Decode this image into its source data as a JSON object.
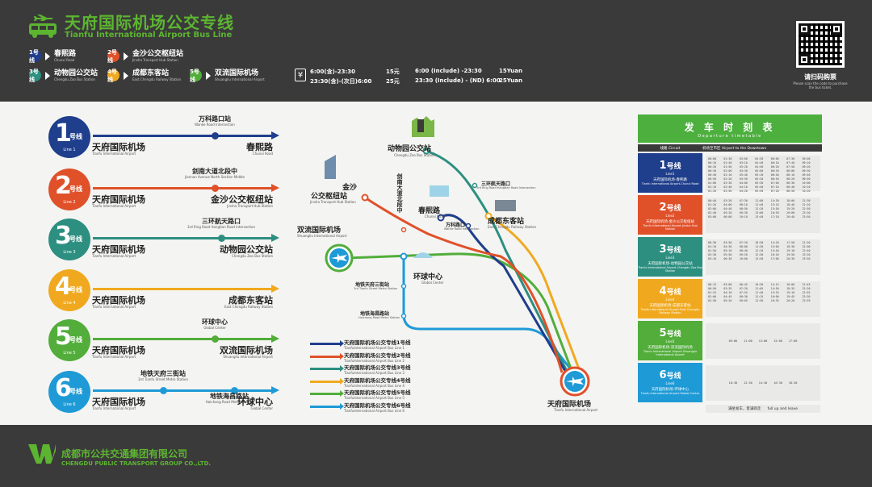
{
  "header": {
    "title_cn": "天府国际机场公交专线",
    "title_en": "Tianfu International Airport Bus Line",
    "lines": [
      {
        "num": "1号线",
        "color": "#1f3e8c",
        "cn": "春熙路",
        "en": "Chunxi Road"
      },
      {
        "num": "2号线",
        "color": "#e0512a",
        "cn": "金沙公交枢纽站",
        "en": "Jinsha Transport Hub Station"
      },
      {
        "num": "3号线",
        "color": "#2c8f80",
        "cn": "动物园公交站",
        "en": "Chengdu Zoo Bus Station"
      },
      {
        "num": "4号线",
        "color": "#f0a91f",
        "cn": "成都东客站",
        "en": "East Chengdu Railway Station"
      },
      {
        "num": "5号线",
        "color": "#52ad3b",
        "cn": "双流国际机场",
        "en": "Shuangliu International Airport"
      }
    ],
    "fares": {
      "cn_time1": "6:00(含)-23:30",
      "cn_price1": "15元",
      "cn_time2": "23:30(含)-(次日)6:00",
      "cn_price2": "25元",
      "en_time1": "6:00 (Include) -23:30",
      "en_price1": "15Yuan",
      "en_time2": "23:30 (Include) - (ND) 6:00",
      "en_price2": "25Yuan"
    },
    "qr_label": "请扫码购票",
    "qr_sub": "Please scan the code to purchase the bus ticket."
  },
  "routes": [
    {
      "n": "1",
      "en_line": "Line 1",
      "color": "#1f3e8c",
      "mid_cn": "万科路口站",
      "mid_en": "Wanke Road Intersection",
      "from_cn": "天府国际机场",
      "from_en": "Tianfu International Airport",
      "to_cn": "春熙路",
      "to_en": "Chunxi Road"
    },
    {
      "n": "2",
      "en_line": "Line 2",
      "color": "#e0512a",
      "mid_cn": "剑南大道北段中",
      "mid_en": "Jiannan Avenue North Section Middle",
      "from_cn": "天府国际机场",
      "from_en": "Tianfu International Airport",
      "to_cn": "金沙公交枢纽站",
      "to_en": "Jinsha Transport Hub Station"
    },
    {
      "n": "3",
      "en_line": "Line 3",
      "color": "#2c8f80",
      "mid_cn": "三环航天路口",
      "mid_en": "3rd Ring Road Hangtian Road Intersection",
      "from_cn": "天府国际机场",
      "from_en": "Tianfu International Airport",
      "to_cn": "动物园公交站",
      "to_en": "Chengdu Zoo Bus Station"
    },
    {
      "n": "4",
      "en_line": "Line 4",
      "color": "#f0a91f",
      "mid_cn": "",
      "mid_en": "",
      "from_cn": "天府国际机场",
      "from_en": "Tianfu International Airport",
      "to_cn": "成都东客站",
      "to_en": "East Chengdu Railway Station"
    },
    {
      "n": "5",
      "en_line": "Line 5",
      "color": "#52ad3b",
      "mid_cn": "环球中心",
      "mid_en": "Global Center",
      "from_cn": "天府国际机场",
      "from_en": "Tianfu International Airport",
      "to_cn": "双流国际机场",
      "to_en": "Shuangliu International Airport"
    },
    {
      "n": "6",
      "en_line": "Line 6",
      "color": "#1e9ad6",
      "mid_cn": "地铁天府三街站",
      "mid_en": "3rd Tianfu Street Metro Station",
      "mid2_cn": "地铁海昌路站",
      "mid2_en": "Haichang Road Metro Station",
      "from_cn": "天府国际机场",
      "from_en": "Tianfu International Airport",
      "to_cn": "环球中心",
      "to_en": "Global Center"
    }
  ],
  "map": {
    "zoo_cn": "动物园公交站",
    "zoo_en": "Chengdu Zoo Bus Station",
    "jinsha_cn1": "金沙",
    "jinsha_cn2": "公交枢纽站",
    "jinsha_en": "Jinsha Transport Hub Station",
    "jiannan_cn": "剑南大道北段中",
    "sanhuan_cn": "三环航天路口",
    "sanhuan_en": "3rd Ring Road Hangtian Road Intersection",
    "chunxi_cn": "春熙路",
    "chunxi_en": "Chunxi Road",
    "wanke_cn": "万科路口",
    "wanke_en": "Wanke Road Intersection",
    "east_cn": "成都东客站",
    "east_en": "East Chengdu Railway Station",
    "shuangliu_cn": "双流国际机场",
    "shuangliu_en": "Shuangliu International Airport",
    "global_cn": "环球中心",
    "global_en": "Global Center",
    "tf3_cn": "地铁天府三街站",
    "tf3_en": "3rd Tianfu Street Metro Station",
    "haichang_cn": "地铁海昌路站",
    "haichang_en": "Haichang Road Metro Station",
    "tianfu_cn": "天府国际机场",
    "tianfu_en": "Tianfu International Airport",
    "legend": [
      {
        "cn": "天府国际机场公交专线1号线",
        "en": "TianfuInternational Airport Bus Line 1",
        "color": "#1f3e8c"
      },
      {
        "cn": "天府国际机场公交专线2号线",
        "en": "TianfuInternational Airport Bus Line 2",
        "color": "#e0512a"
      },
      {
        "cn": "天府国际机场公交专线3号线",
        "en": "TianfuInternational Airport Bus Line 3",
        "color": "#2c8f80"
      },
      {
        "cn": "天府国际机场公交专线4号线",
        "en": "TianfuInternational Airport Bus Line 4",
        "color": "#f0a91f"
      },
      {
        "cn": "天府国际机场公交专线5号线",
        "en": "TianfuInternational Airport Bus Line 5",
        "color": "#52ad3b"
      },
      {
        "cn": "天府国际机场公交专线6号线",
        "en": "TianfuInternational Airport Bus Line 6",
        "color": "#1e9ad6"
      }
    ]
  },
  "timetable": {
    "title_cn": "发 车 时 刻 表",
    "title_en": "Departure timetable",
    "col_circuit": "线路 Circuit",
    "col_dir": "机场至市区   Airport to the Downtown",
    "rows": [
      {
        "hx": "1",
        "label": "号线",
        "en": "Line1",
        "cn": "天府国际机场-春熙路",
        "sub": "Tianfu International Airport-Chunxi Road",
        "color": "#1f3e8c",
        "times": [
          "00:00",
          "01:30",
          "03:00",
          "04:30",
          "06:00",
          "07:30",
          "09:00",
          "00:10",
          "01:40",
          "03:10",
          "04:40",
          "06:10",
          "07:40",
          "09:10",
          "00:20",
          "01:50",
          "03:20",
          "04:50",
          "06:20",
          "07:50",
          "09:20",
          "00:30",
          "02:00",
          "03:30",
          "05:00",
          "06:30",
          "08:00",
          "09:30",
          "00:40",
          "02:10",
          "03:40",
          "05:10",
          "06:40",
          "08:10",
          "09:40",
          "00:50",
          "02:20",
          "03:50",
          "05:20",
          "06:50",
          "08:20",
          "09:50",
          "01:00",
          "02:30",
          "04:00",
          "05:30",
          "07:00",
          "08:30",
          "10:00",
          "01:10",
          "02:40",
          "04:10",
          "05:40",
          "07:10",
          "08:40",
          "10:10",
          "01:20",
          "02:50",
          "04:20",
          "05:50",
          "07:20",
          "08:50",
          "10:20"
        ]
      },
      {
        "hx": "2",
        "label": "号线",
        "en": "Line2",
        "cn": "天府国际机场-金沙公交枢纽站",
        "sub": "Tianfu International Airport-Jinsha Hub Station",
        "color": "#e0512a",
        "times": [
          "00:40",
          "03:20",
          "07:30",
          "11:00",
          "14:30",
          "18:00",
          "21:30",
          "01:20",
          "04:00",
          "08:10",
          "11:40",
          "15:10",
          "18:40",
          "22:10",
          "02:00",
          "04:40",
          "08:50",
          "12:20",
          "15:50",
          "19:20",
          "22:50",
          "02:40",
          "05:20",
          "09:30",
          "13:00",
          "16:30",
          "20:00",
          "23:30",
          "03:00",
          "06:00",
          "10:10",
          "13:40",
          "17:10",
          "20:40",
          "23:50"
        ]
      },
      {
        "hx": "3",
        "label": "号线",
        "en": "Line3",
        "cn": "天府国际机场-动物园公交站",
        "sub": "Tianfu International Airport-Chengdu Zoo Bus Station",
        "color": "#2c8f80",
        "times": [
          "00:30",
          "03:50",
          "07:20",
          "10:50",
          "14:20",
          "17:50",
          "21:20",
          "01:10",
          "04:30",
          "08:00",
          "11:30",
          "15:00",
          "18:30",
          "22:00",
          "01:50",
          "05:10",
          "08:40",
          "12:10",
          "15:40",
          "19:10",
          "22:40",
          "02:30",
          "05:50",
          "09:20",
          "12:50",
          "16:20",
          "19:50",
          "23:20",
          "03:10",
          "06:30",
          "10:00",
          "13:30",
          "17:00",
          "20:30",
          "23:50"
        ]
      },
      {
        "hx": "4",
        "label": "号线",
        "en": "Line4",
        "cn": "天府国际机场-成都东客站",
        "sub": "Tianfu International Airport-East Chengdu Railway Station",
        "color": "#f0a91f",
        "times": [
          "00:15",
          "03:00",
          "06:45",
          "10:30",
          "14:15",
          "18:00",
          "21:45",
          "00:50",
          "03:35",
          "07:20",
          "11:05",
          "14:50",
          "18:35",
          "22:20",
          "01:25",
          "04:10",
          "07:55",
          "11:40",
          "15:25",
          "19:10",
          "22:55",
          "02:00",
          "04:45",
          "08:30",
          "12:15",
          "16:00",
          "19:45",
          "23:30",
          "02:30",
          "05:20",
          "09:05",
          "12:50",
          "16:35",
          "20:20",
          "23:59"
        ]
      },
      {
        "hx": "5",
        "label": "号线",
        "en": "Line5",
        "cn": "天府国际机场-双流国际机场",
        "sub": "Tianfu International Airport-Shuangliu International Airport",
        "color": "#52ad3b",
        "times": [
          "09:00",
          "11:00",
          "13:00",
          "15:00",
          "17:00"
        ]
      },
      {
        "hx": "6",
        "label": "号线",
        "en": "Line6",
        "cn": "天府国际机场-环球中心",
        "sub": "Tianfu International Airport-Global Center",
        "color": "#1e9ad6",
        "times": [
          "10:30",
          "12:30",
          "14:30",
          "16:30",
          "18:30"
        ]
      }
    ],
    "footer_cn": "满坐发车，客满即走",
    "footer_en": "full up and leave"
  },
  "footer": {
    "company_cn": "成都市公共交通集团有限公司",
    "company_en": "CHENGDU PUBLIC TRANSPORT GROUP CO.,LTD."
  }
}
